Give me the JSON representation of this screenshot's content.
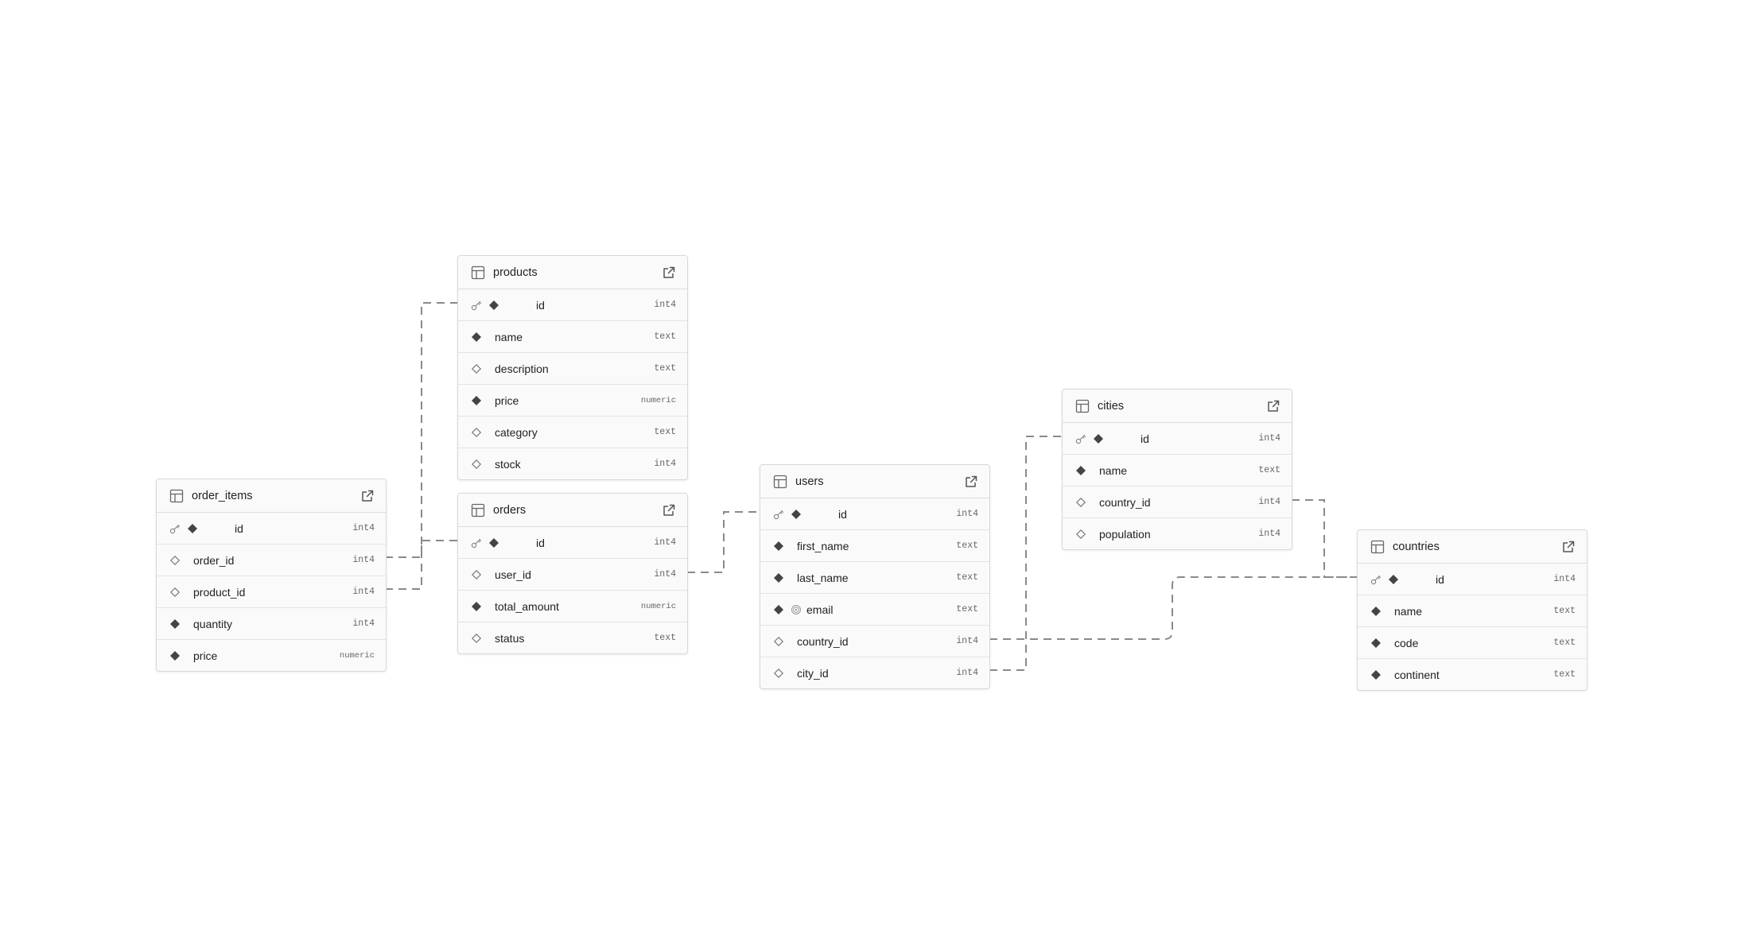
{
  "colors": {
    "edge": "#8a8a8a",
    "border": "#d8d8d8",
    "background": "#fafafa",
    "icon": "#555555"
  },
  "tables": {
    "products": {
      "name": "products",
      "columns": [
        {
          "name": "id",
          "type": "int4",
          "pk": true,
          "nullable": false
        },
        {
          "name": "name",
          "type": "text",
          "nullable": false
        },
        {
          "name": "description",
          "type": "text",
          "nullable": true
        },
        {
          "name": "price",
          "type": "numeric",
          "nullable": false
        },
        {
          "name": "category",
          "type": "text",
          "nullable": true
        },
        {
          "name": "stock",
          "type": "int4",
          "nullable": true
        }
      ]
    },
    "orders": {
      "name": "orders",
      "columns": [
        {
          "name": "id",
          "type": "int4",
          "pk": true,
          "nullable": false
        },
        {
          "name": "user_id",
          "type": "int4",
          "nullable": true
        },
        {
          "name": "total_amount",
          "type": "numeric",
          "nullable": false
        },
        {
          "name": "status",
          "type": "text",
          "nullable": true
        }
      ]
    },
    "order_items": {
      "name": "order_items",
      "columns": [
        {
          "name": "id",
          "type": "int4",
          "pk": true,
          "nullable": false
        },
        {
          "name": "order_id",
          "type": "int4",
          "nullable": true
        },
        {
          "name": "product_id",
          "type": "int4",
          "nullable": true
        },
        {
          "name": "quantity",
          "type": "int4",
          "nullable": false
        },
        {
          "name": "price",
          "type": "numeric",
          "nullable": false
        }
      ]
    },
    "users": {
      "name": "users",
      "columns": [
        {
          "name": "id",
          "type": "int4",
          "pk": true,
          "nullable": false
        },
        {
          "name": "first_name",
          "type": "text",
          "nullable": false
        },
        {
          "name": "last_name",
          "type": "text",
          "nullable": false
        },
        {
          "name": "email",
          "type": "text",
          "nullable": false,
          "unique": true
        },
        {
          "name": "country_id",
          "type": "int4",
          "nullable": true
        },
        {
          "name": "city_id",
          "type": "int4",
          "nullable": true
        }
      ]
    },
    "cities": {
      "name": "cities",
      "columns": [
        {
          "name": "id",
          "type": "int4",
          "pk": true,
          "nullable": false
        },
        {
          "name": "name",
          "type": "text",
          "nullable": false
        },
        {
          "name": "country_id",
          "type": "int4",
          "nullable": true
        },
        {
          "name": "population",
          "type": "int4",
          "nullable": true
        }
      ]
    },
    "countries": {
      "name": "countries",
      "columns": [
        {
          "name": "id",
          "type": "int4",
          "pk": true,
          "nullable": false
        },
        {
          "name": "name",
          "type": "text",
          "nullable": false
        },
        {
          "name": "code",
          "type": "text",
          "nullable": false
        },
        {
          "name": "continent",
          "type": "text",
          "nullable": false
        }
      ]
    }
  },
  "relationships": [
    {
      "from": "order_items.order_id",
      "to": "orders.id"
    },
    {
      "from": "order_items.product_id",
      "to": "products.id"
    },
    {
      "from": "orders.user_id",
      "to": "users.id"
    },
    {
      "from": "users.country_id",
      "to": "countries.id"
    },
    {
      "from": "users.city_id",
      "to": "cities.id"
    },
    {
      "from": "cities.country_id",
      "to": "countries.id"
    }
  ]
}
